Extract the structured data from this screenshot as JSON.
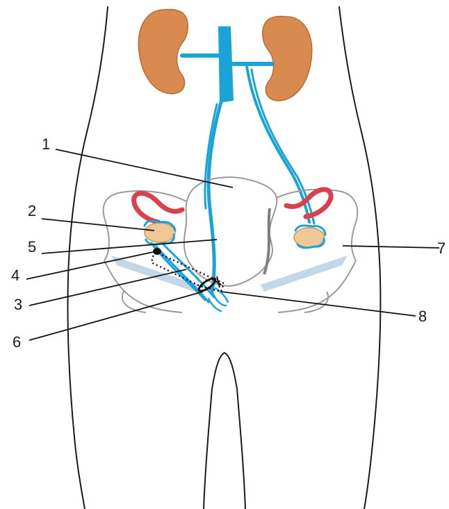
{
  "figure": {
    "colors": {
      "vein": "#1aa3d6",
      "kidney": "#d98a4e",
      "artery": "#d9414d",
      "ovary": "#f0c898",
      "ligament": "#8fb6d6",
      "outline": "#1a1a1a",
      "pelvis": "#9a9a9a"
    },
    "labels": [
      {
        "id": "1",
        "text": "1"
      },
      {
        "id": "2",
        "text": "2"
      },
      {
        "id": "3",
        "text": "3"
      },
      {
        "id": "4",
        "text": "4"
      },
      {
        "id": "5",
        "text": "5"
      },
      {
        "id": "6",
        "text": "6"
      },
      {
        "id": "7",
        "text": "7"
      },
      {
        "id": "8",
        "text": "8"
      }
    ]
  }
}
